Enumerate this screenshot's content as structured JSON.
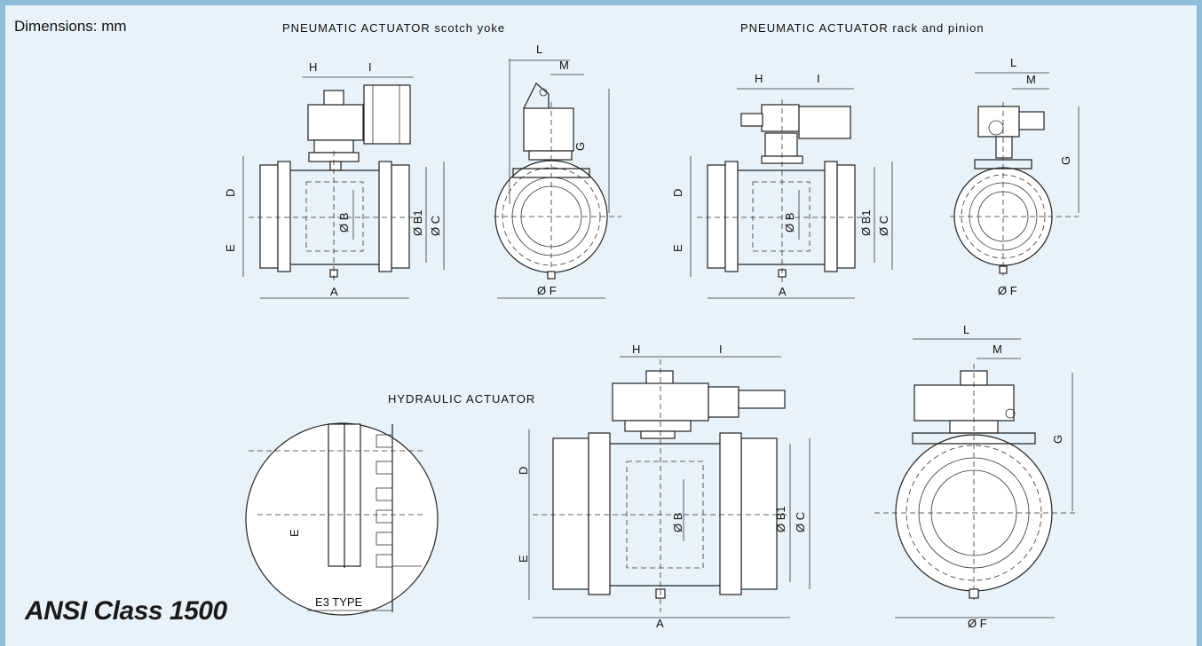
{
  "page": {
    "dimensions_note": "Dimensions: mm",
    "class_title": "ANSI Class 1500"
  },
  "views": {
    "scotch_yoke_title": "PNEUMATIC  ACTUATOR  scotch  yoke",
    "rack_pinion_title": "PNEUMATIC  ACTUATOR  rack  and  pinion",
    "hydraulic_title": "HYDRAULIC ACTUATOR",
    "detail_label": "E3  TYPE"
  },
  "dimension_labels": {
    "A": "A",
    "D": "D",
    "E": "E",
    "H": "H",
    "I": "I",
    "L": "L",
    "M": "M",
    "G": "G",
    "B": "Ø B",
    "B1": "Ø B1",
    "C": "Ø C",
    "F": "Ø F"
  },
  "colors": {
    "background": "#e8f2f8",
    "frame": "#8fbcd6",
    "line": "#222222"
  }
}
